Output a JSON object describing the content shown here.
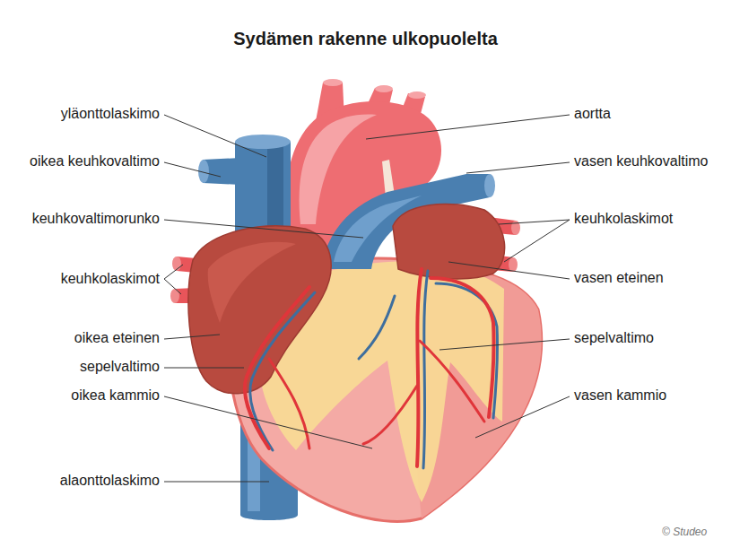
{
  "diagram": {
    "title": "Sydämen rakenne ulkopuolelta",
    "labels": [
      "yläonttolaskimo",
      "oikea keuhkovaltimo",
      "keuhkovaltimorunko",
      "keuhkolaskimot",
      "oikea eteinen",
      "sepelvaltimo",
      "oikea kammio",
      "alaonttolaskimo",
      "aortta",
      "vasen keuhkovaltimo",
      "keuhkolaskimot",
      "vasen eteinen",
      "sepelvaltimo",
      "vasen kammio",
      "© Studeo"
    ]
  }
}
